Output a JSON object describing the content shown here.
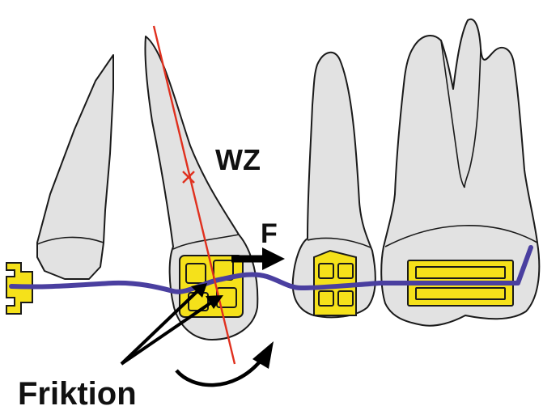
{
  "labels": {
    "rotation_center": "WZ",
    "force": "F",
    "friction": "Friktion"
  },
  "colors": {
    "tooth": "#e2e2e2",
    "bracket": "#f5e11a",
    "archwire": "#4a3fa0",
    "long_axis": "#e0301e",
    "arrows": "#000000"
  }
}
